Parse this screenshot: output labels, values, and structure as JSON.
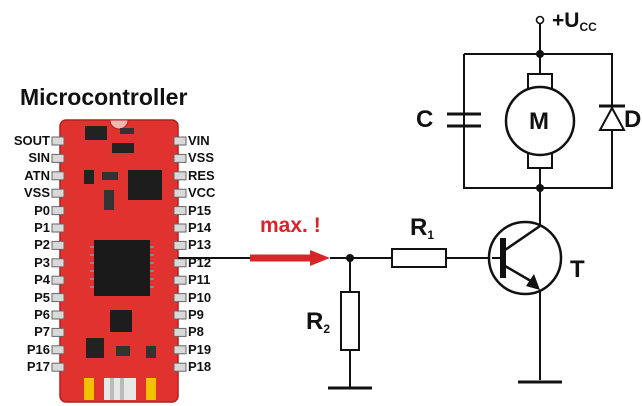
{
  "microcontroller": {
    "title": "Microcontroller",
    "left_pins": [
      "SOUT",
      "SIN",
      "ATN",
      "VSS",
      "P0",
      "P1",
      "P2",
      "P3",
      "P4",
      "P5",
      "P6",
      "P7",
      "P16",
      "P17"
    ],
    "right_pins": [
      "VIN",
      "VSS",
      "RES",
      "VCC",
      "P15",
      "P14",
      "P13",
      "P12",
      "P11",
      "P10",
      "P9",
      "P8",
      "P19",
      "P18"
    ],
    "board_color": "#e0322e"
  },
  "signal": {
    "label": "max. !",
    "color": "#d8252a"
  },
  "components": {
    "supply": {
      "main": "+U",
      "sub": "CC"
    },
    "resistor1": {
      "main": "R",
      "sub": "1"
    },
    "resistor2": {
      "main": "R",
      "sub": "2"
    },
    "motor": "M",
    "capacitor": "C",
    "diode": "D",
    "transistor": "T"
  }
}
